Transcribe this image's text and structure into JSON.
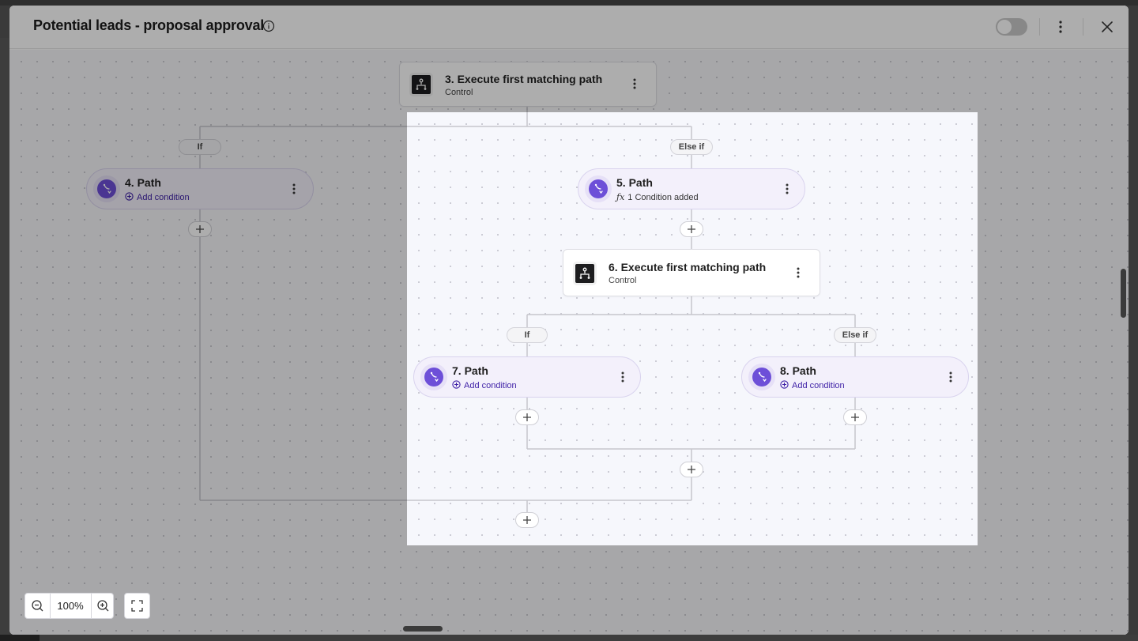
{
  "window": {
    "title": "Potential leads - proposal approval"
  },
  "nodes": {
    "n3": {
      "title": "3. Execute first matching path",
      "subtitle": "Control"
    },
    "n4": {
      "title": "4. Path",
      "action": "Add condition"
    },
    "n5": {
      "title": "5. Path",
      "status": "1 Condition added"
    },
    "n6": {
      "title": "6. Execute first matching path",
      "subtitle": "Control"
    },
    "n7": {
      "title": "7. Path",
      "action": "Add condition"
    },
    "n8": {
      "title": "8. Path",
      "action": "Add condition"
    }
  },
  "branches": {
    "if": "If",
    "else_if": "Else if"
  },
  "zoom": {
    "value": "100%"
  },
  "icons": {
    "info": "info-icon",
    "toggle": "toggle-switch",
    "menu": "more-vertical-icon",
    "close": "close-icon",
    "control": "branch-control-icon",
    "path": "path-icon",
    "add": "plus-icon",
    "formula": "function-icon",
    "zoom_out": "zoom-out-icon",
    "zoom_in": "zoom-in-icon",
    "fit": "fullscreen-icon"
  },
  "colors": {
    "accent": "#6d4fd8",
    "link": "#3d1fa6",
    "canvas": "#f7f7f9"
  }
}
